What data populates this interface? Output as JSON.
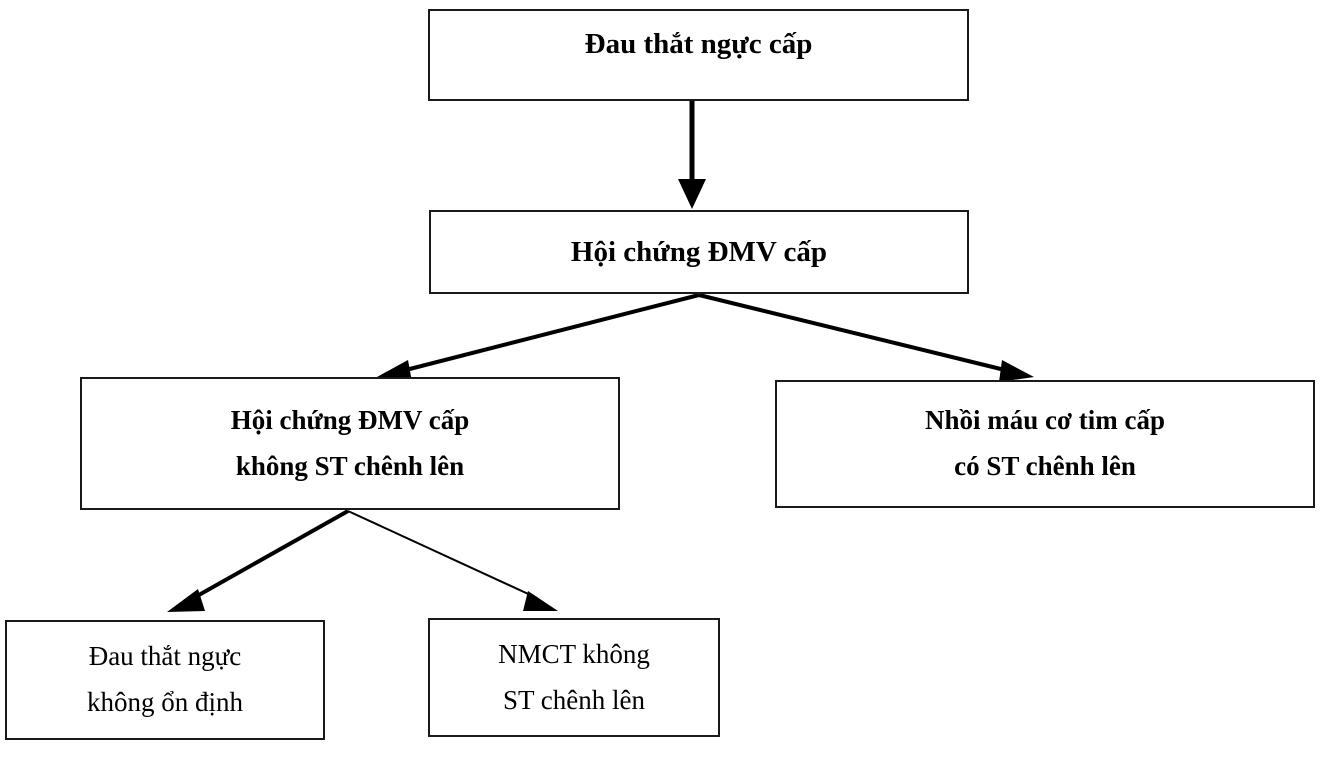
{
  "diagram": {
    "type": "flowchart",
    "orientation": "top-down",
    "title_text": "",
    "colors": {
      "box_border": "#1a1a1a",
      "box_fill": "#ffffff",
      "text": "#000000",
      "edge": "#000000",
      "background": "#ffffff"
    },
    "nodes": [
      {
        "id": "acute-chest-pain",
        "lines": [
          "Đau thắt ngực cấp"
        ],
        "emphasis": "bold",
        "level": 0
      },
      {
        "id": "acs",
        "lines": [
          "Hội chứng ĐMV cấp"
        ],
        "emphasis": "bold",
        "level": 1
      },
      {
        "id": "nste-acs",
        "lines": [
          "Hội chứng ĐMV cấp",
          "không ST chênh lên"
        ],
        "emphasis": "bold",
        "level": 2
      },
      {
        "id": "stemi",
        "lines": [
          "Nhồi máu cơ tim cấp",
          "có ST chênh lên"
        ],
        "emphasis": "bold",
        "level": 2
      },
      {
        "id": "unstable-angina",
        "lines": [
          "Đau thắt ngực",
          "không ổn định"
        ],
        "emphasis": "plain",
        "level": 3
      },
      {
        "id": "nstemi",
        "lines": [
          "NMCT không",
          "ST chênh lên"
        ],
        "emphasis": "plain",
        "level": 3
      }
    ],
    "edges": [
      {
        "id": "edge-chest-pain-to-acs",
        "from": "acute-chest-pain",
        "to": "acs",
        "style": "arrow-down"
      },
      {
        "id": "edge-acs-to-nste-acs",
        "from": "acs",
        "to": "nste-acs",
        "style": "arrow-diagonal-left"
      },
      {
        "id": "edge-acs-to-stemi",
        "from": "acs",
        "to": "stemi",
        "style": "arrow-diagonal-right"
      },
      {
        "id": "edge-nste-acs-to-angina",
        "from": "nste-acs",
        "to": "unstable-angina",
        "style": "arrow-diagonal-left"
      },
      {
        "id": "edge-nste-acs-to-nstemi",
        "from": "nste-acs",
        "to": "nstemi",
        "style": "arrow-diagonal-right-thin"
      }
    ]
  }
}
